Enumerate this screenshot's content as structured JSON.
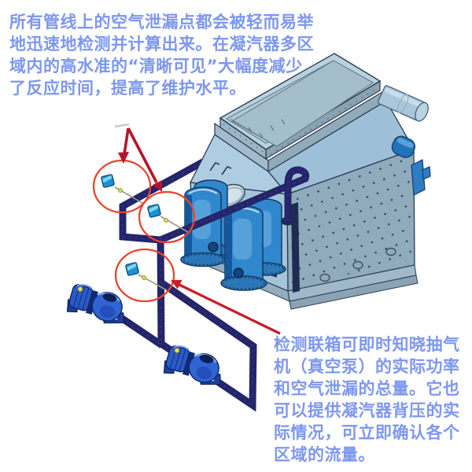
{
  "annotations": {
    "top_paragraph": {
      "lines": [
        "所有管线上的空气泄漏点都会被轻而易举",
        "地迅速地检测并计算出来。在凝汽器多区",
        "域内的高水准的“清晰可见”大幅度减少",
        "了反应时间，提高了维护水平。"
      ]
    },
    "bottom_paragraph": {
      "lines": [
        "检测联箱可即时知晓抽气",
        "机（真空泵）的实际功率",
        "和空气泄漏的总量。它也",
        "可以提供凝汽器背压的实",
        "际情况，可立即确认各个",
        "区域的流量。"
      ]
    }
  },
  "figure": {
    "detection_points_count": 3,
    "vacuum_pumps_count": 2,
    "highlight_circles_count": 3,
    "colors": {
      "annotation_text": "#7d97f0",
      "pipe_navy": "#24246a",
      "highlight_circle_red": "#e8452e",
      "arrow_red": "#b5152b",
      "long_arrow_red": "#cc1b26",
      "machine_light_blue": "#aecde2",
      "machine_shell_gray": "#8fabbc",
      "waterbox_blue": "#3187cc",
      "pump_blue": "#2b5ac6",
      "sensor_cyan": "#1a93d6"
    }
  }
}
